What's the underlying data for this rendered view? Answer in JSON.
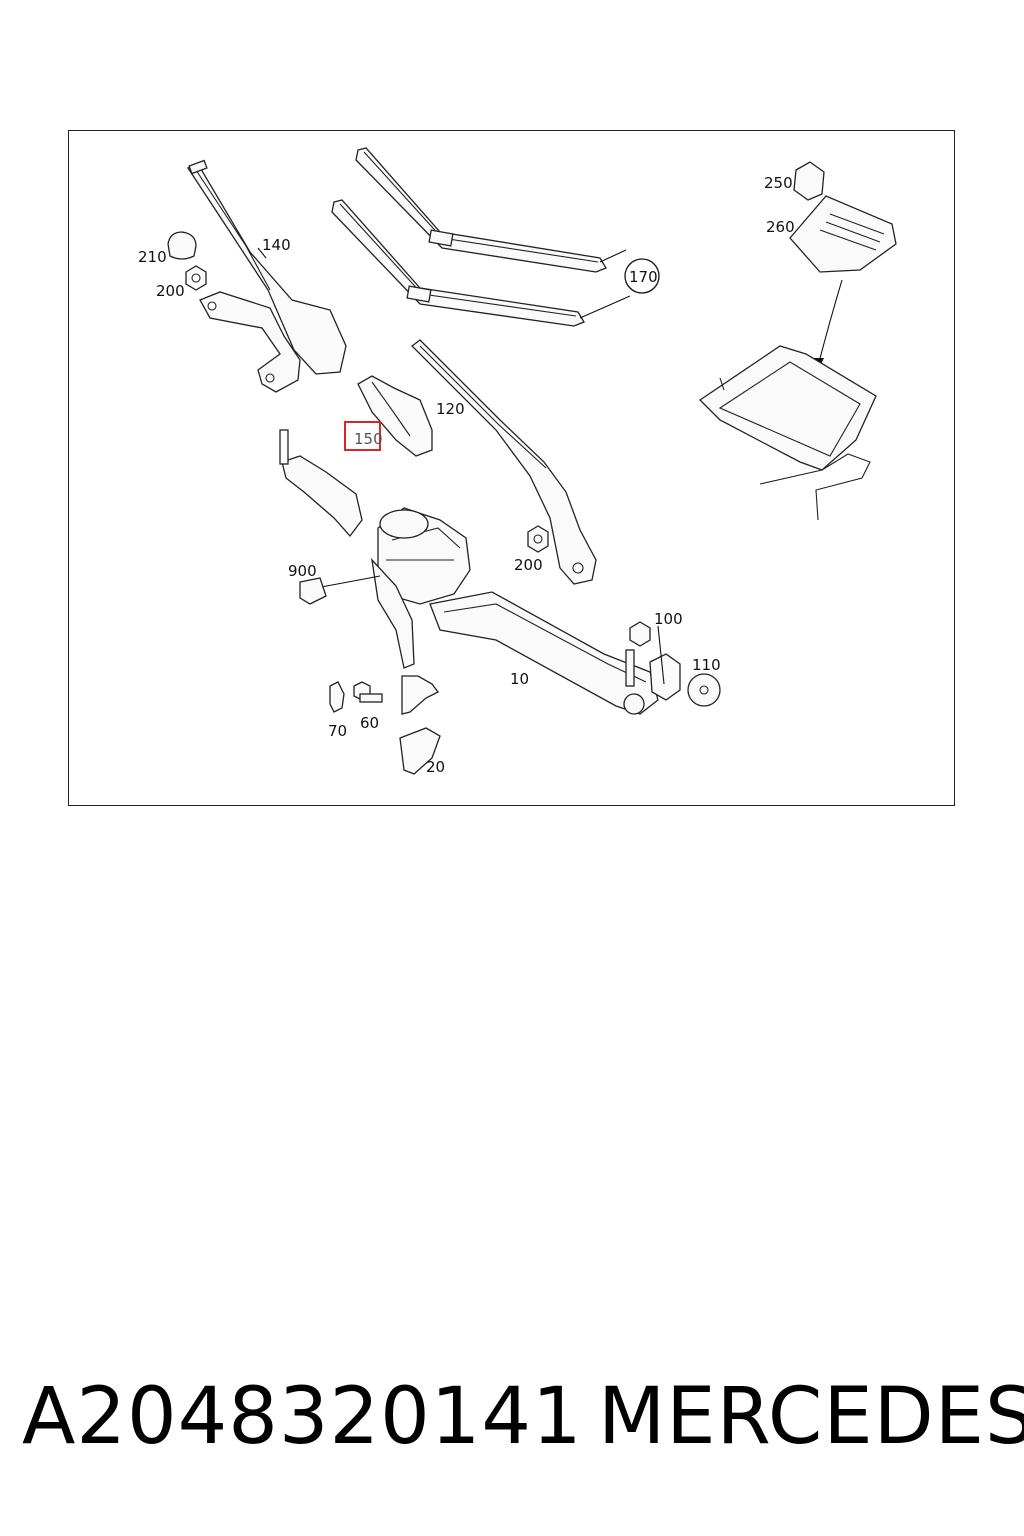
{
  "diagram": {
    "callouts": {
      "c10": "10",
      "c20": "20",
      "c60": "60",
      "c70": "70",
      "c100": "100",
      "c110": "110",
      "c120": "120",
      "c140": "140",
      "c150": "150",
      "c170": "170",
      "c200a": "200",
      "c200b": "200",
      "c210": "210",
      "c250": "250",
      "c260": "260",
      "c900": "900"
    },
    "highlight_color": "#d9262a"
  },
  "footer": {
    "part_number": "A2048320141",
    "brand": "MERCEDES"
  }
}
